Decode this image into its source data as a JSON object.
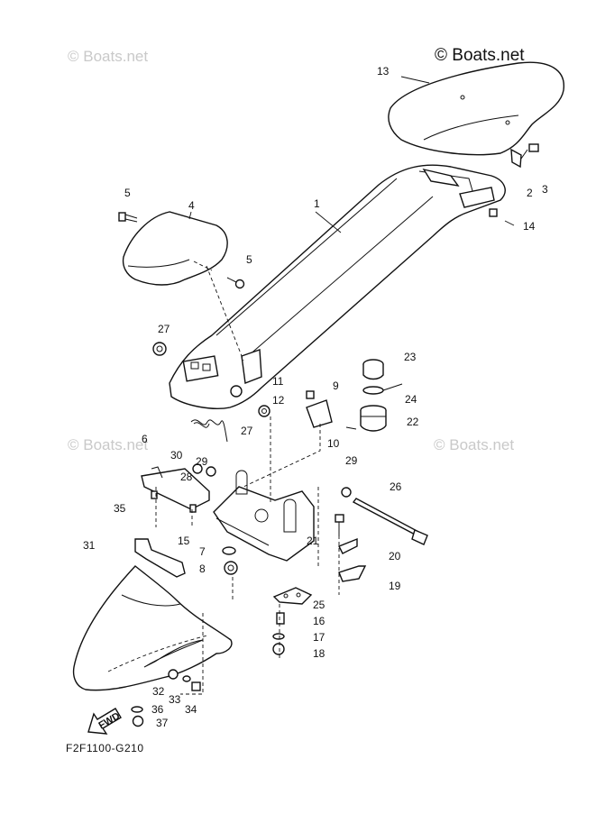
{
  "watermarks": {
    "top_left": "© Boats.net",
    "mid_left": "© Boats.net",
    "mid_right": "© Boats.net"
  },
  "copyright": "© Boats.net",
  "drawing_code": "F2F1100-G210",
  "fwd_label": "FWD",
  "callouts": [
    "1",
    "2",
    "3",
    "4",
    "5",
    "5",
    "6",
    "7",
    "8",
    "9",
    "10",
    "11",
    "12",
    "13",
    "14",
    "15",
    "16",
    "17",
    "18",
    "19",
    "20",
    "21",
    "22",
    "23",
    "24",
    "25",
    "26",
    "27",
    "27",
    "28",
    "29",
    "29",
    "30",
    "31",
    "32",
    "33",
    "34",
    "35",
    "36",
    "37"
  ]
}
